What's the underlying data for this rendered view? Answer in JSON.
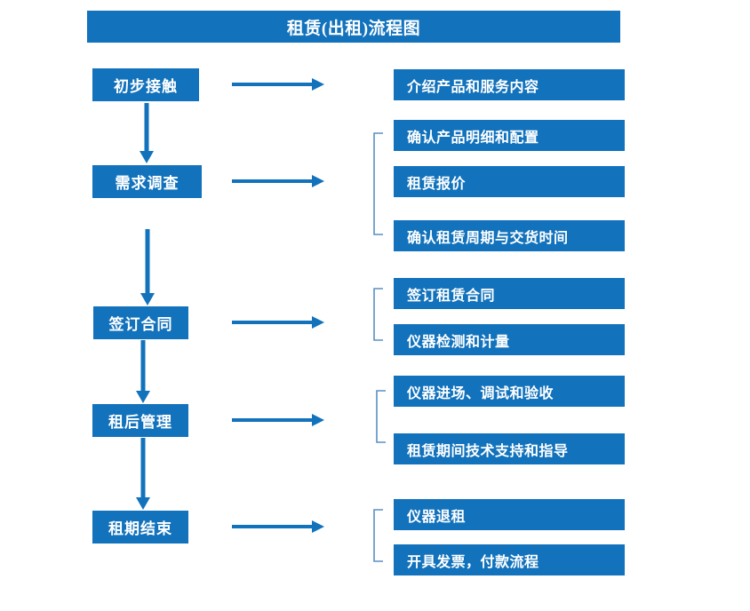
{
  "diagram": {
    "title": "租赁(出租)流程图",
    "type": "flowchart",
    "accent_color": "#1272BC",
    "bracket_color": "#5A8FC2",
    "text_color": "#FFFFFF",
    "background_color": "#FFFFFF",
    "stages": [
      {
        "id": "stage-1",
        "label": "初步接触"
      },
      {
        "id": "stage-2",
        "label": "需求调查"
      },
      {
        "id": "stage-3",
        "label": "签订合同"
      },
      {
        "id": "stage-4",
        "label": "租后管理"
      },
      {
        "id": "stage-5",
        "label": "租期结束"
      }
    ],
    "details": [
      {
        "id": "detail-1",
        "label": "介绍产品和服务内容",
        "stage": "初步接触"
      },
      {
        "id": "detail-2",
        "label": "确认产品明细和配置",
        "stage": "需求调查"
      },
      {
        "id": "detail-3",
        "label": "租赁报价",
        "stage": "需求调查"
      },
      {
        "id": "detail-4",
        "label": "确认租赁周期与交货时间",
        "stage": "需求调查"
      },
      {
        "id": "detail-5",
        "label": "签订租赁合同",
        "stage": "签订合同"
      },
      {
        "id": "detail-6",
        "label": "仪器检测和计量",
        "stage": "签订合同"
      },
      {
        "id": "detail-7",
        "label": "仪器进场、调试和验收",
        "stage": "租后管理"
      },
      {
        "id": "detail-8",
        "label": "租赁期间技术支持和指导",
        "stage": "租后管理"
      },
      {
        "id": "detail-9",
        "label": "仪器退租",
        "stage": "租期结束"
      },
      {
        "id": "detail-10",
        "label": "开具发票，付款流程",
        "stage": "租期结束"
      }
    ],
    "connectors": {
      "horizontal_arrow_count": 5,
      "vertical_arrow_count": 4,
      "bracket_count": 4
    }
  }
}
